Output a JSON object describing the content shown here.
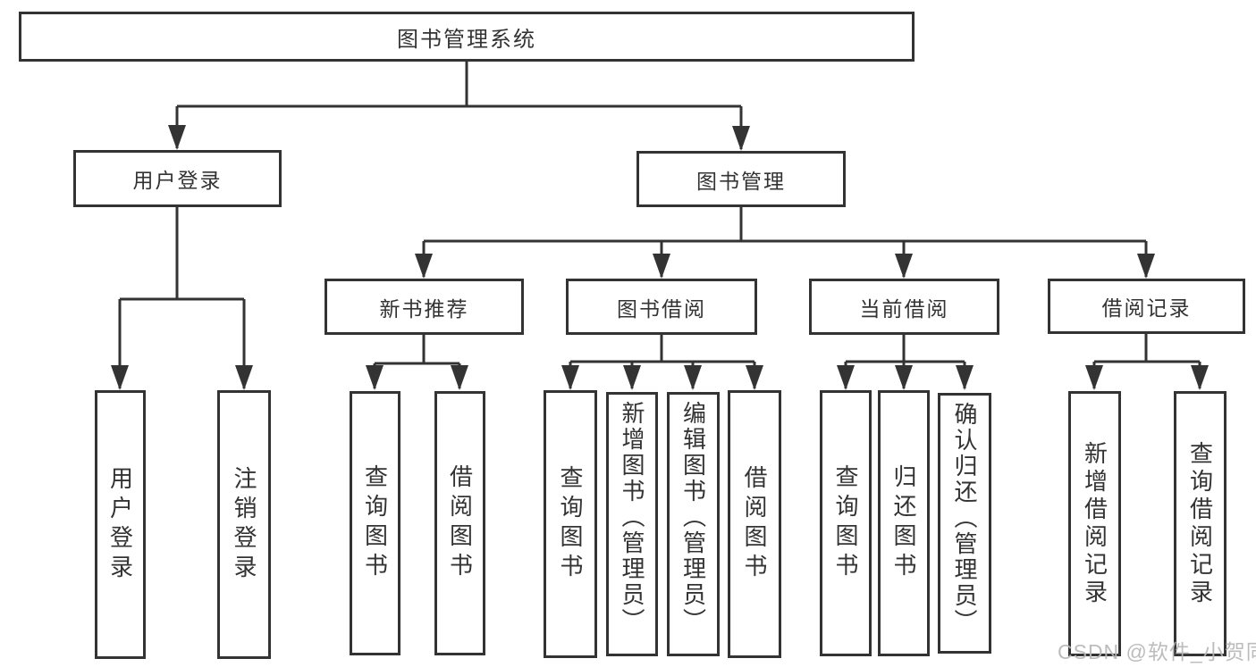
{
  "diagram": {
    "root": {
      "label": "图书管理系统"
    },
    "level2": {
      "user_login": {
        "label": "用户登录"
      },
      "book_mgmt": {
        "label": "图书管理"
      }
    },
    "level3": {
      "new_book_rec": {
        "label": "新书推荐"
      },
      "book_borrow": {
        "label": "图书借阅"
      },
      "current_borrow": {
        "label": "当前借阅"
      },
      "borrow_records": {
        "label": "借阅记录"
      }
    },
    "leaves": {
      "user_login": {
        "label": "用户登录"
      },
      "logout": {
        "label": "注销登录"
      },
      "rec_query_books": {
        "label": "查询图书"
      },
      "rec_borrow_books": {
        "label": "借阅图书"
      },
      "borrow_query_books": {
        "label": "查询图书"
      },
      "borrow_add_books": {
        "label": "新增图书（管理员）"
      },
      "borrow_edit_books": {
        "label": "编辑图书（管理员）"
      },
      "borrow_borrow_books": {
        "label": "借阅图书"
      },
      "cur_query_books": {
        "label": "查询图书"
      },
      "cur_return_books": {
        "label": "归还图书"
      },
      "cur_confirm_return": {
        "label": "确认归还（管理员）"
      },
      "records_add": {
        "label": "新增借阅记录"
      },
      "records_query": {
        "label": "查询借阅记录"
      }
    },
    "colors": {
      "line": "#333333",
      "text": "#333333",
      "background": "#ffffff",
      "watermark": "#b6b6b6"
    }
  },
  "watermark": {
    "text": "CSDN @软件_小贺同学"
  }
}
